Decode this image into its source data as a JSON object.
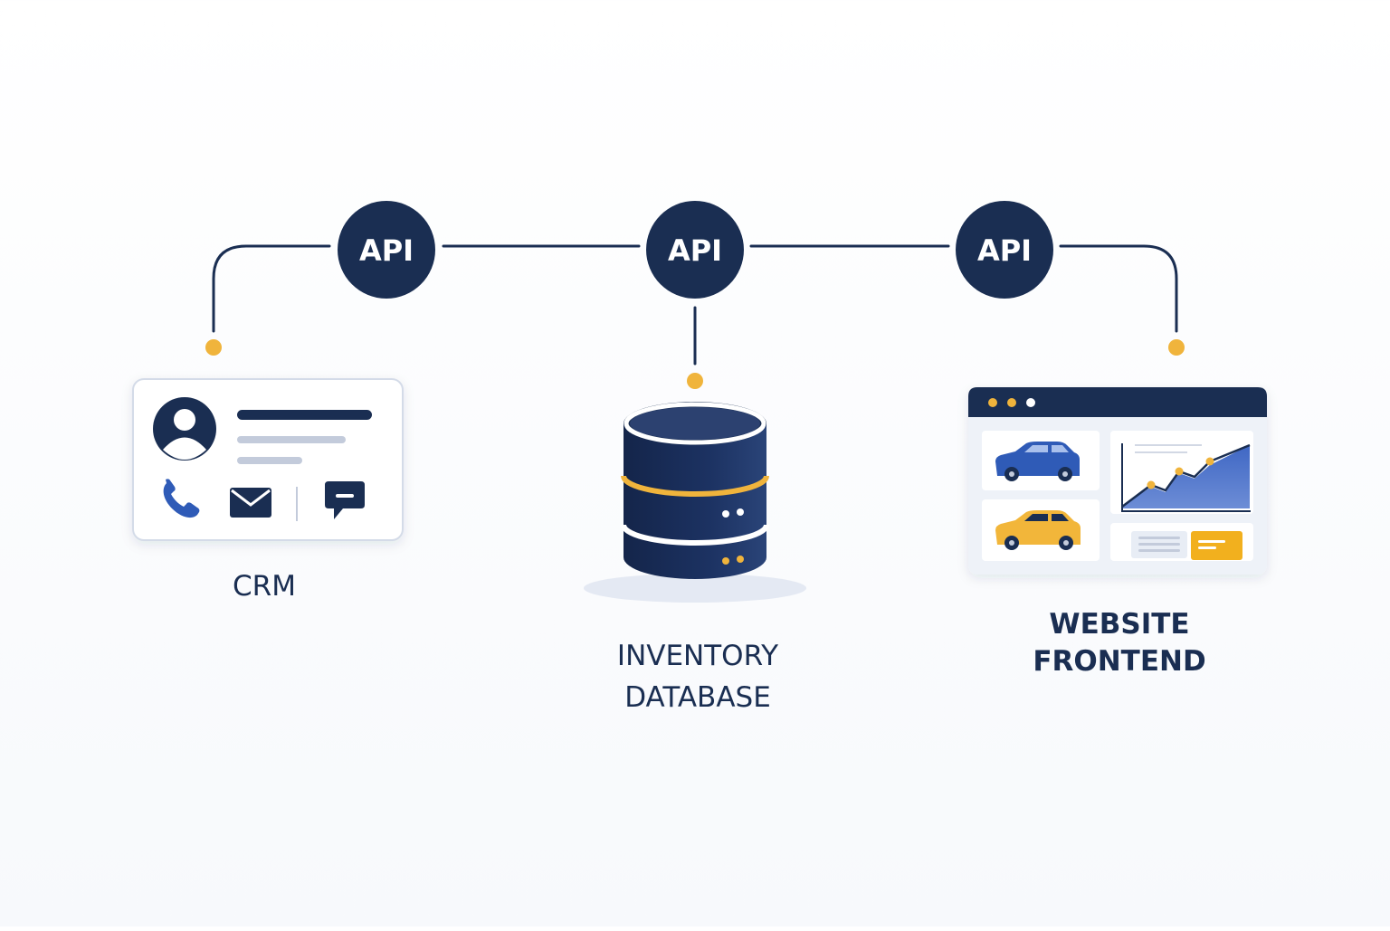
{
  "connectors": [
    {
      "label": "API"
    },
    {
      "label": "API"
    },
    {
      "label": "API"
    }
  ],
  "nodes": {
    "crm": {
      "label": "CRM"
    },
    "inventory": {
      "label_line1": "INVENTORY",
      "label_line2": "DATABASE"
    },
    "website": {
      "label_line1": "WEBSITE",
      "label_line2": "FRONTEND"
    }
  },
  "colors": {
    "navy": "#1a2e52",
    "accent_gold": "#f0b43c",
    "light_gray": "#c3cbdb",
    "blue": "#2f5bb7",
    "yellow_car": "#f2b63a"
  },
  "icons": {
    "crm_card": [
      "avatar-icon",
      "phone-icon",
      "mail-icon",
      "chat-icon"
    ],
    "website_card": [
      "blue-car-icon",
      "yellow-car-icon",
      "line-chart-icon"
    ],
    "inventory": [
      "database-icon"
    ]
  }
}
